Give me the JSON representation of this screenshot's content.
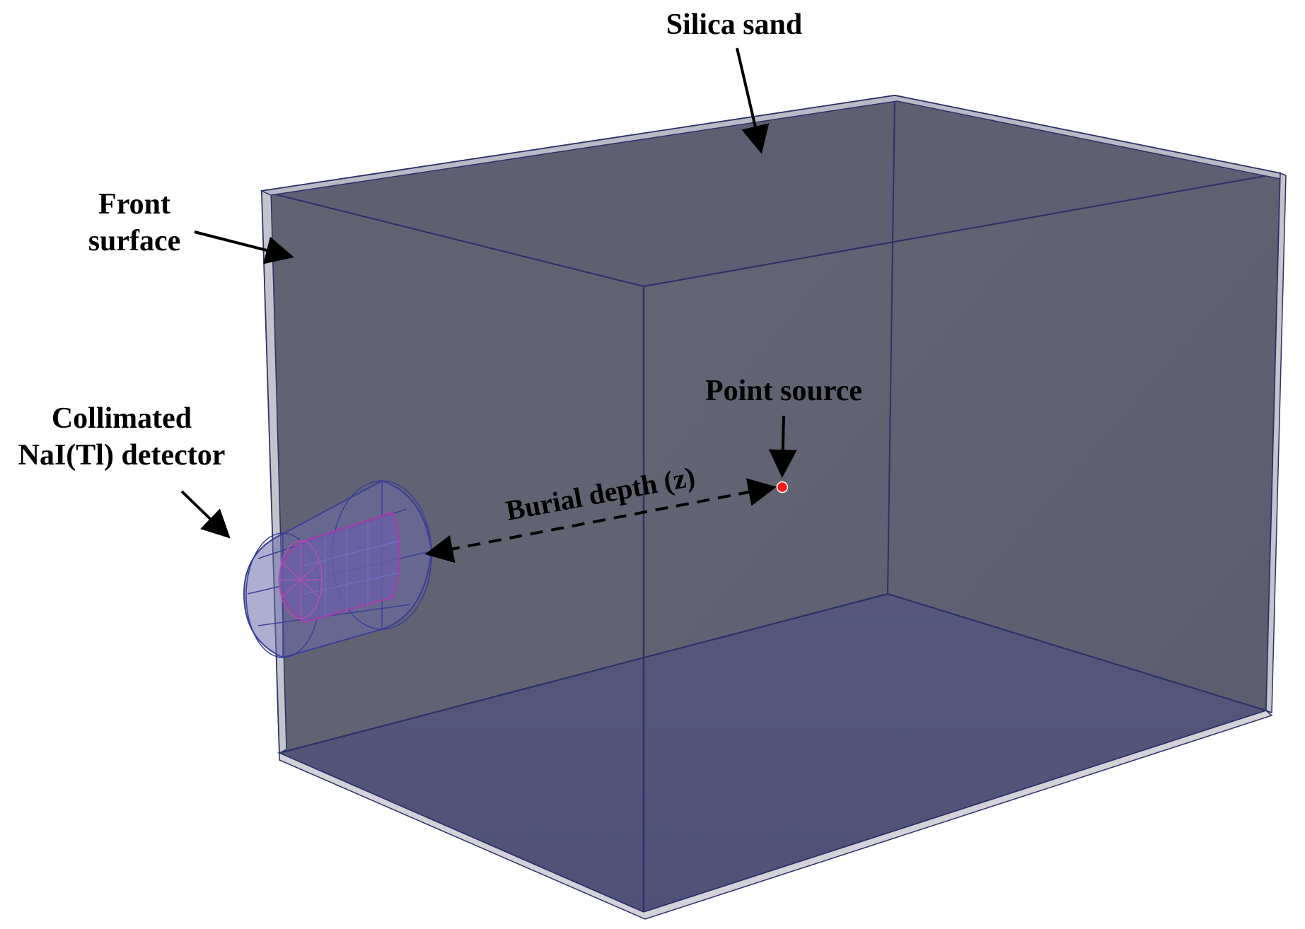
{
  "labels": {
    "silica_sand": "Silica sand",
    "front_surface_line1": "Front",
    "front_surface_line2": "surface",
    "detector_line1": "Collimated",
    "detector_line2": "NaI(Tl) detector",
    "point_source": "Point source",
    "burial_depth": "Burial depth (z)"
  },
  "colors": {
    "box_fill": "#5d5e70",
    "box_floor": "#575a78",
    "box_edge": "#2e3168",
    "wall_rim": "#c4c4cc",
    "detector_shell": "#7a7fc8",
    "detector_inner": "#b04fb0",
    "point_source": "#ff1a1a",
    "arrow": "#000000"
  },
  "icons": {
    "point_source_marker": "red-dot",
    "detector": "cylinder-wireframe"
  }
}
